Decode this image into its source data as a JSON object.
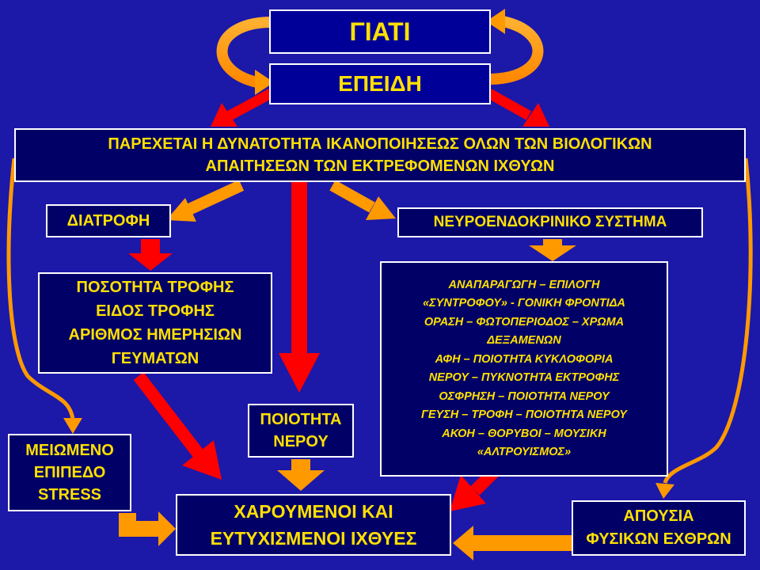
{
  "colors": {
    "background": "#1c18a8",
    "box_fill": "#000066",
    "text": "#ffe000",
    "border": "#ffffff",
    "arrow_red": "#ff0000",
    "arrow_orange": "#ff9900"
  },
  "boxes": {
    "why": "ΓΙΑΤΙ",
    "because": "ΕΠΕΙΔΗ",
    "top_line1": "ΠΑΡΕΧΕΤΑΙ Η ΔΥΝΑΤΟΤΗΤΑ ΙΚΑΝΟΠΟΙΗΣΕΩΣ ΟΛΩΝ ΤΩΝ ΒΙΟΛΟΓΙΚΩΝ",
    "top_line2": "ΑΠΑΙΤΗΣΕΩΝ ΤΩΝ ΕΚΤΡΕΦΟΜΕΝΩΝ ΙΧΘΥΩΝ",
    "diet": "ΔΙΑΤΡΟΦΗ",
    "neuro": "ΝΕΥΡΟΕΝΔΟΚΡΙΝΙΚΟ ΣΥΣΤΗΜΑ",
    "food_lines": [
      "ΠΟΣΟΤΗΤΑ ΤΡΟΦΗΣ",
      "ΕΙΔΟΣ ΤΡΟΦΗΣ",
      "ΑΡΙΘΜΟΣ ΗΜΕΡΗΣΙΩΝ",
      "ΓΕΥΜΑΤΩΝ"
    ],
    "senses_lines": [
      "ΑΝΑΠΑΡΑΓΩΓΗ – ΕΠΙΛΟΓΗ",
      "«ΣΥΝΤΡΟΦΟΥ» - ΓΟΝΙΚΗ ΦΡΟΝΤΙΔΑ",
      "ΟΡΑΣΗ – ΦΩΤΟΠΕΡΙΟΔΟΣ – ΧΡΩΜΑ",
      "ΔΕΞΑΜΕΝΩΝ",
      "ΑΦΗ – ΠΟΙΟΤΗΤΑ ΚΥΚΛΟΦΟΡΙΑ",
      "ΝΕΡΟΥ – ΠΥΚΝΟΤΗΤΑ ΕΚΤΡΟΦΗΣ",
      "ΟΣΦΡΗΣΗ – ΠΟΙΟΤΗΤΑ ΝΕΡΟΥ",
      "ΓΕΥΣΗ – ΤΡΟΦΗ – ΠΟΙΟΤΗΤΑ ΝΕΡΟΥ",
      "ΑΚΟΗ – ΘΟΡΥΒΟΙ – ΜΟΥΣΙΚΗ",
      "«ΑΛΤΡΟΥΙΣΜΟΣ»"
    ],
    "water_lines": [
      "ΠΟΙΟΤΗΤΑ",
      "ΝΕΡΟΥ"
    ],
    "stress_lines": [
      "ΜΕΙΩΜΕΝΟ",
      "ΕΠΙΠΕΔΟ",
      "STRESS"
    ],
    "happy_lines": [
      "ΧΑΡΟΥΜΕΝΟΙ ΚΑΙ",
      "ΕΥΤΥΧΙΣΜΕΝΟΙ ΙΧΘΥΕΣ"
    ],
    "enemies_lines": [
      "ΑΠΟΥΣΙΑ",
      "ΦΥΣΙΚΩΝ ΕΧΘΡΩΝ"
    ]
  }
}
